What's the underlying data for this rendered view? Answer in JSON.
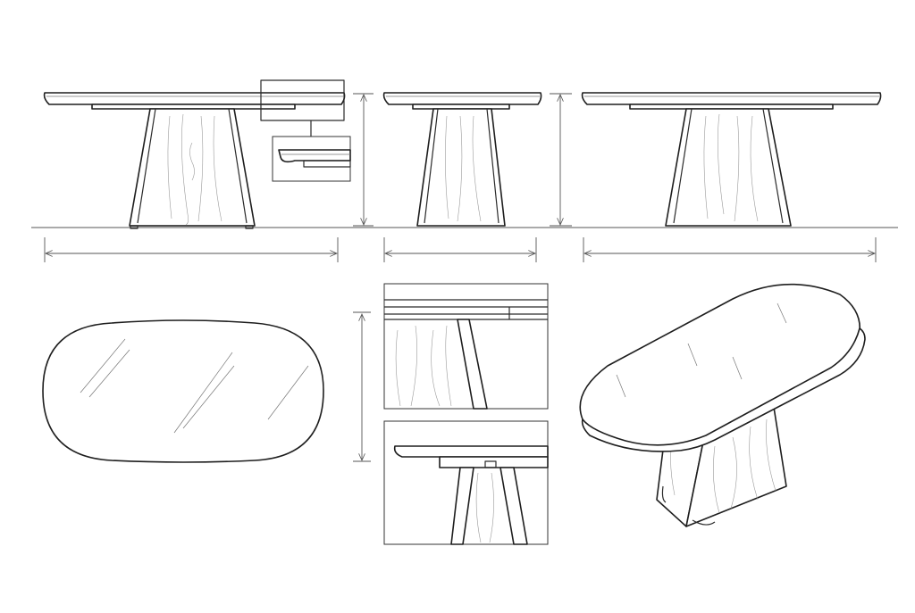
{
  "drawing": {
    "views": [
      "front-elevation",
      "side-elevation",
      "rear-elevation",
      "plan-view",
      "detail-top-joint",
      "detail-apron",
      "perspective-view"
    ],
    "colors": {
      "line": "#1e1e1e",
      "background": "#ffffff",
      "grain": "#9a9a9a"
    }
  }
}
